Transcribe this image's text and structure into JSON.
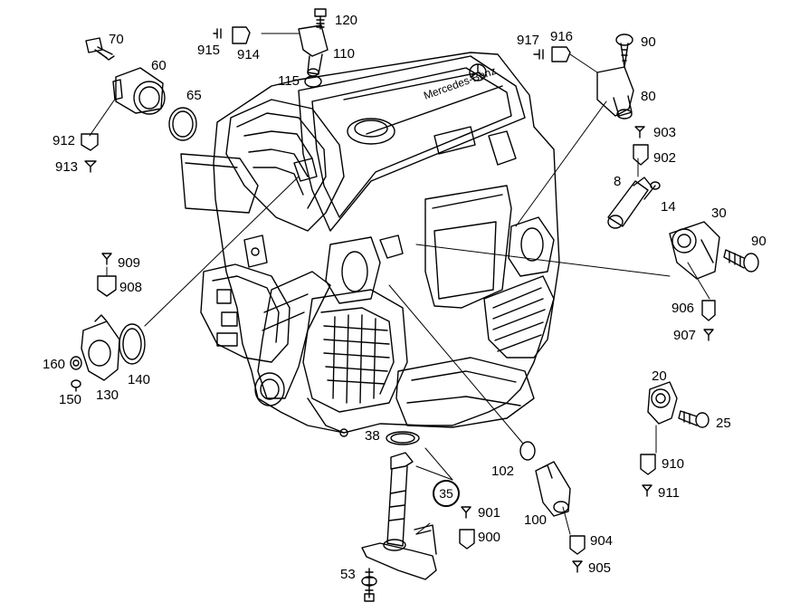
{
  "diagram": {
    "engine_brand_text": "Mercedes-Benz",
    "labels": {
      "p70": "70",
      "p60": "60",
      "p65": "65",
      "p912": "912",
      "p913": "913",
      "p120": "120",
      "p915": "915",
      "p914": "914",
      "p110": "110",
      "p115": "115",
      "p917": "917",
      "p916": "916",
      "p90a": "90",
      "p80": "80",
      "p903": "903",
      "p902": "902",
      "p8": "8",
      "p14": "14",
      "p30": "30",
      "p90b": "90",
      "p906": "906",
      "p907": "907",
      "p909": "909",
      "p908": "908",
      "p160": "160",
      "p150": "150",
      "p130": "130",
      "p140": "140",
      "p20": "20",
      "p25": "25",
      "p910": "910",
      "p911": "911",
      "p38": "38",
      "p35": "35",
      "p102": "102",
      "p100": "100",
      "p904": "904",
      "p905": "905",
      "p901": "901",
      "p900": "900",
      "p53": "53"
    }
  }
}
